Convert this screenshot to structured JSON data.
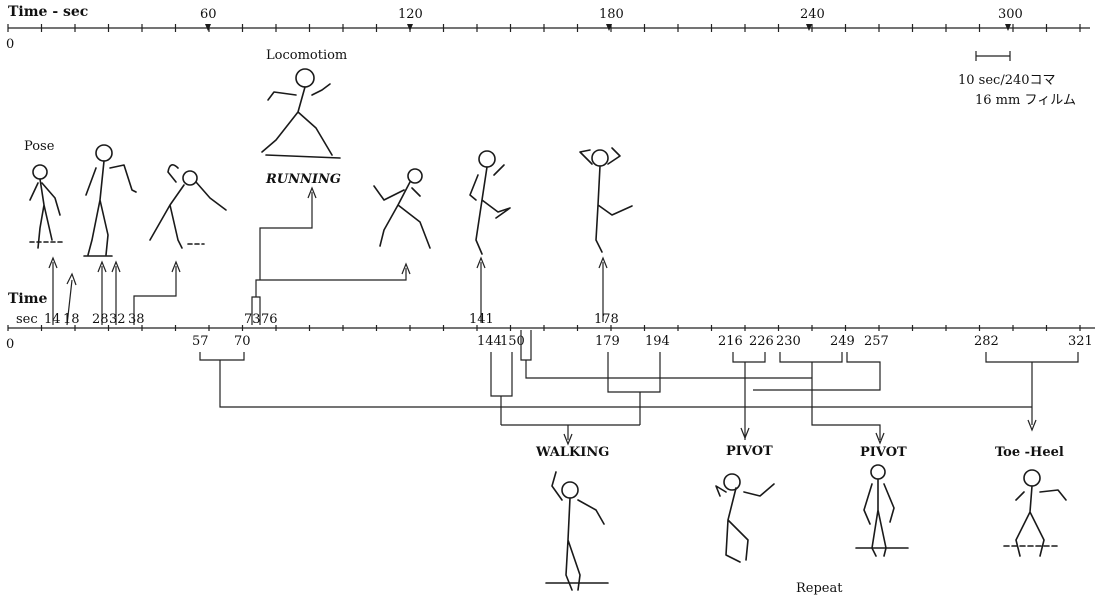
{
  "top_axis": {
    "label": "Time - sec",
    "zero": "0",
    "ticks": [
      "60",
      "120",
      "180",
      "240",
      "300"
    ]
  },
  "scale_note": {
    "line1": "10 sec/240コマ",
    "line2": "16 mm フィルム"
  },
  "lower_axis": {
    "label_line1": "Time",
    "label_line2": "sec",
    "zero": "0",
    "upper_labels": [
      "14",
      "18",
      "28",
      "32",
      "38",
      "73",
      "76",
      "141",
      "178"
    ],
    "lower_labels": [
      "57",
      "70",
      "144",
      "150",
      "179",
      "194",
      "216",
      "226",
      "230",
      "249",
      "257",
      "282",
      "321"
    ]
  },
  "figure_labels": {
    "pose": "Pose",
    "locomotion": "Locomotiom",
    "running": "RUNNING",
    "walking": "WALKING",
    "pivot1": "PIVOT",
    "pivot2": "PIVOT",
    "toe_heel": "Toe -Heel",
    "repeat": "Repeat"
  }
}
